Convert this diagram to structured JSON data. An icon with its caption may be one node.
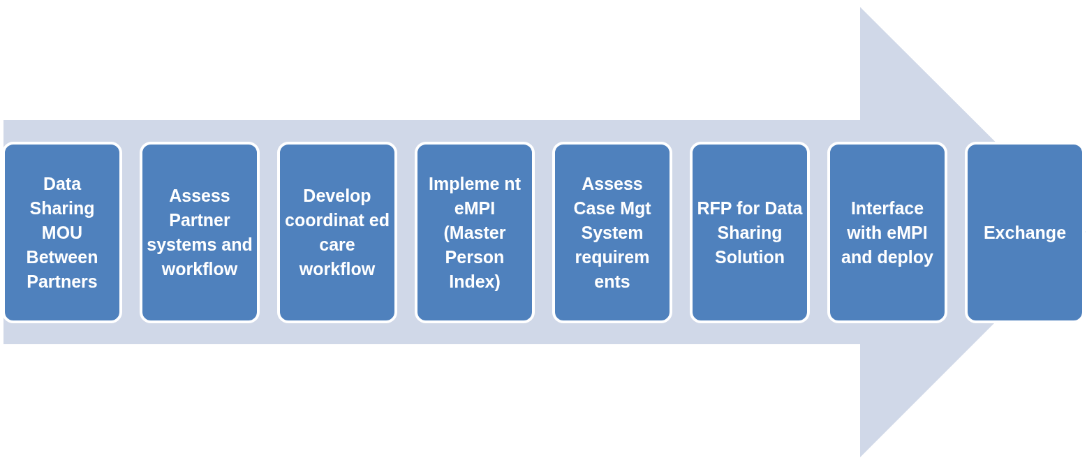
{
  "diagram": {
    "nodes": [
      {
        "text": [
          "Data Sharing MOU Between Partners"
        ]
      },
      {
        "text": [
          "Assess Partner systems and workflow"
        ]
      },
      {
        "text": [
          "Develop coordinat ed care workflow"
        ]
      },
      {
        "text": [
          "Impleme nt eMPI (Master Person Index)"
        ]
      },
      {
        "text": [
          "Assess Case Mgt System requirem ents"
        ]
      },
      {
        "text": [
          "RFP for Data Sharing Solution"
        ]
      },
      {
        "text": [
          "Interface with eMPI and deploy"
        ]
      },
      {
        "text": [
          "Exchange"
        ]
      }
    ],
    "edges": [
      {
        "from": 0,
        "to": 7,
        "arrow": "to"
      }
    ]
  }
}
